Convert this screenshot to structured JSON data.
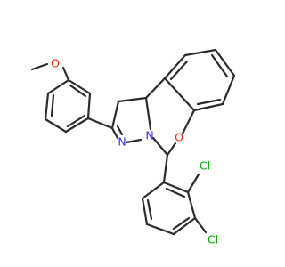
{
  "structure": {
    "atoms": {
      "methoxy_o": "O",
      "ring_o": "O",
      "ring_n": "N",
      "pyrazoline_n": "N",
      "chlorine_ortho": "Cl",
      "chlorine_para": "Cl"
    }
  },
  "colors": {
    "bond": "#2b2b2b",
    "oxygen": "#ff2200",
    "nitrogen": "#2c32ff",
    "chlorine": "#00a800",
    "background": "#ffffff"
  }
}
